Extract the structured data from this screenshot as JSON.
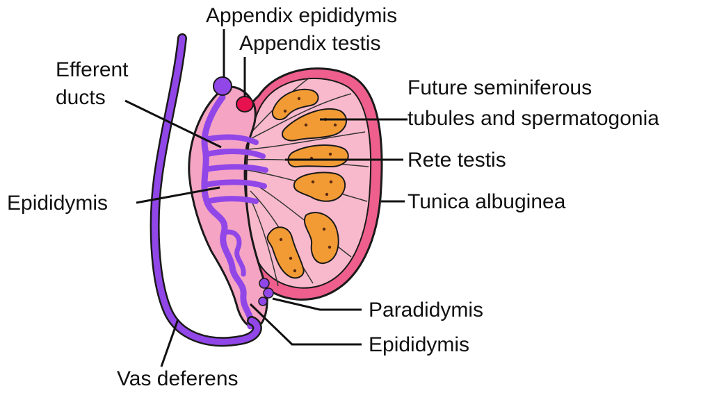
{
  "labels": {
    "appendix_epididymis": "Appendix epididymis",
    "appendix_testis": "Appendix testis",
    "efferent_ducts_line1": "Efferent",
    "efferent_ducts_line2": "ducts",
    "future_seminiferous_line1": "Future seminiferous",
    "future_seminiferous_line2": "tubules and spermatogonia",
    "rete_testis": "Rete testis",
    "epididymis_left": "Epididymis",
    "tunica_albuginea": "Tunica albuginea",
    "paradidymis": "Paradidymis",
    "epididymis_bottom": "Epididymis",
    "vas_deferens": "Vas deferens"
  },
  "colors": {
    "testis_fill": "#f9b9cc",
    "tunica": "#ee5f8d",
    "tubules": "#f29b35",
    "duct_purple": "#9146e8",
    "epididymis_pink": "#f6a4c3",
    "appendix_testis": "#e8114f",
    "spermatogonia_dots": "#5a2a10"
  }
}
